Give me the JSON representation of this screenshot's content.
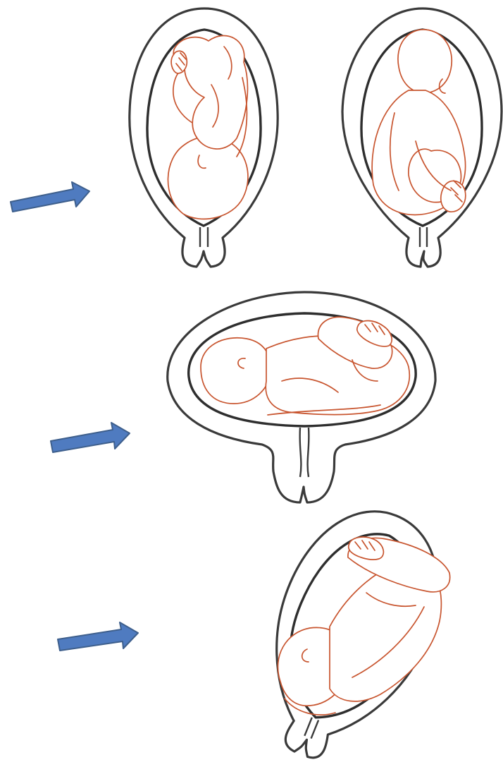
{
  "figure": {
    "panels": [
      {
        "id": "longitudinal-cephalic",
        "arrow": true
      },
      {
        "id": "longitudinal-breech",
        "arrow": false
      },
      {
        "id": "transverse",
        "arrow": true
      },
      {
        "id": "oblique",
        "arrow": true
      }
    ],
    "colors": {
      "arrow_fill": "#4f7bc0",
      "arrow_outline": "#3e5f8c",
      "fetus_outline": "#c8552f",
      "uterus_outline": "#3a3a3a"
    }
  }
}
